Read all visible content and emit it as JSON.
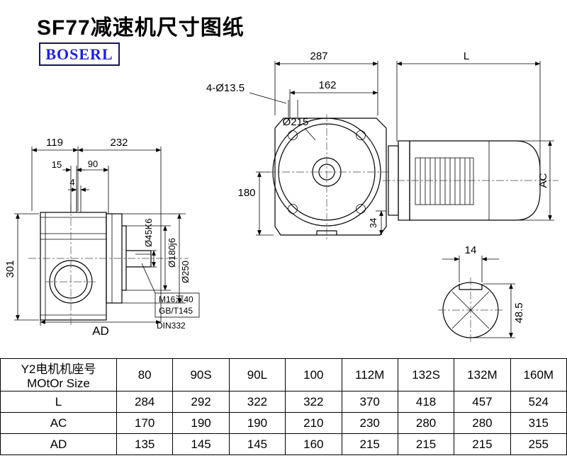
{
  "page": {
    "title": "SF77减速机尺寸图纸",
    "brand": "BOSERL"
  },
  "drawing": {
    "front_view": {
      "dim_total_width": "287",
      "dim_flange_width": "162",
      "dim_motor_length": "L",
      "label_bolt_holes": "4-Ø13.5",
      "label_flange_dia": "Ø215",
      "dim_center_height": "180",
      "dim_foot": "34",
      "dim_motor_dia": "AC"
    },
    "side_view": {
      "dim_a": "119",
      "dim_b": "232",
      "dim_c": "15",
      "dim_d": "90",
      "dim_e": "4",
      "dim_height": "301",
      "dim_ad": "AD",
      "label_shaft_dia": "Ø45K6",
      "label_spigot_dia": "Ø180j6",
      "label_flange_dia": "Ø250",
      "note_line1": "M16深40",
      "note_line2": "GB/T145",
      "note_line3": "DIN332"
    },
    "shaft_section": {
      "dim_key_width": "14",
      "dim_shaft_height": "48.5"
    }
  },
  "table": {
    "header": {
      "line1": "Y2电机机座号",
      "line2": "MOtOr Size"
    },
    "columns": [
      "80",
      "90S",
      "90L",
      "100",
      "112M",
      "132S",
      "132M",
      "160M"
    ],
    "rows": [
      {
        "label": "L",
        "values": [
          "284",
          "292",
          "322",
          "322",
          "370",
          "418",
          "457",
          "524"
        ]
      },
      {
        "label": "AC",
        "values": [
          "170",
          "190",
          "190",
          "210",
          "230",
          "280",
          "280",
          "315"
        ]
      },
      {
        "label": "AD",
        "values": [
          "135",
          "145",
          "145",
          "160",
          "215",
          "215",
          "215",
          "255"
        ]
      }
    ]
  }
}
